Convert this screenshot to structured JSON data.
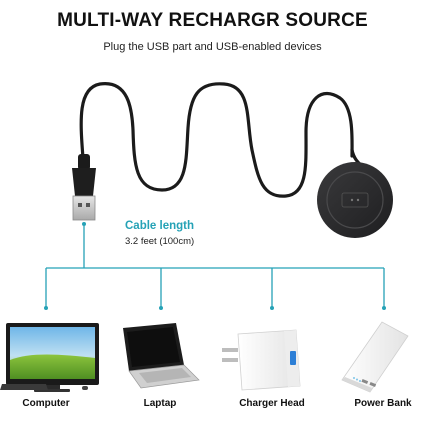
{
  "header": {
    "title": "MULTI-WAY RECHARGR SOURCE",
    "subtitle": "Plug the USB part and USB-enabled devices"
  },
  "cable": {
    "length_label": "Cable length",
    "length_value": "3.2 feet (100cm)"
  },
  "devices": [
    {
      "label": "Computer"
    },
    {
      "label": "Laptap"
    },
    {
      "label": "Charger Head"
    },
    {
      "label": "Power Bank"
    }
  ],
  "colors": {
    "accent": "#25a2b6",
    "cable": "#1b1b1b",
    "dock": "#2a2a2c"
  }
}
